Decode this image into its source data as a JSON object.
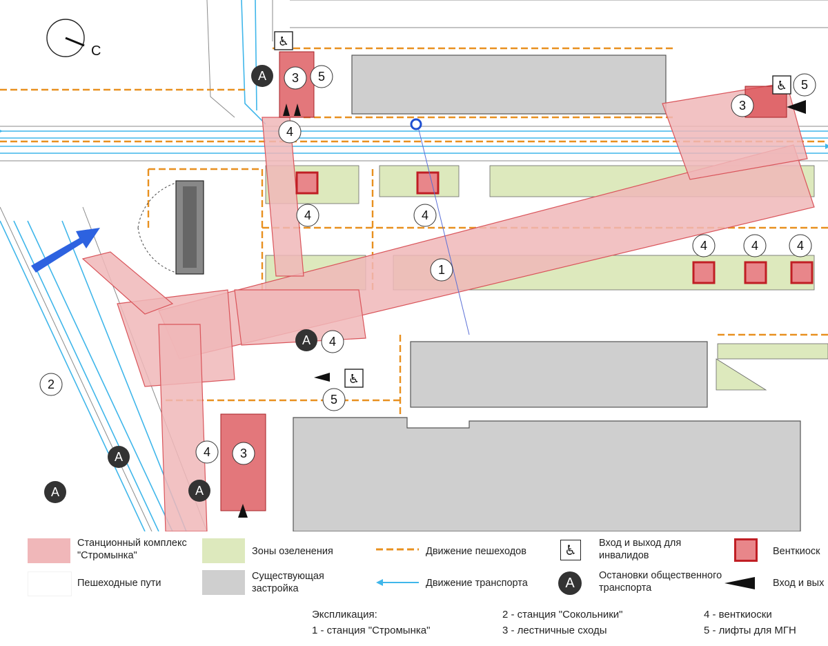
{
  "compass": {
    "north_label": "С"
  },
  "map_labels": {
    "num_1": "1",
    "num_2": "2",
    "num_3": "3",
    "num_4": "4",
    "num_5": "5",
    "stop": "A"
  },
  "legend": {
    "station_complex": "Станционный комплекс \"Стромынка\"",
    "pedestrian_paths": "Пешеходные пути",
    "green_zones": "Зоны озеленения",
    "existing_buildings": "Существующая застройка",
    "pedestrian_movement": "Движение пешеходов",
    "transport_movement": "Движение транспорта",
    "disabled_access": "Вход и выход для инвалидов",
    "public_transport_stops": "Остановки общественного транспорта",
    "vent_kiosk": "Венткиоск",
    "entrance_exit": "Вход и вых"
  },
  "explication": {
    "title": "Экспликация:",
    "item_1": "1 - станция \"Стромынка\"",
    "item_2": "2 - станция \"Сокольники\"",
    "item_3": "3 - лестничные сходы",
    "item_4": "4 - венткиоски",
    "item_5": "5 - лифты для МГН"
  },
  "colors": {
    "station": "#f0b7b9",
    "station_edge": "#d9545a",
    "green": "#dde9bd",
    "building": "#cfcfcf",
    "pedestrian": "#e8901f",
    "transport": "#3fb6ea",
    "kiosk": "#d94a4f",
    "dark": "#333333"
  }
}
